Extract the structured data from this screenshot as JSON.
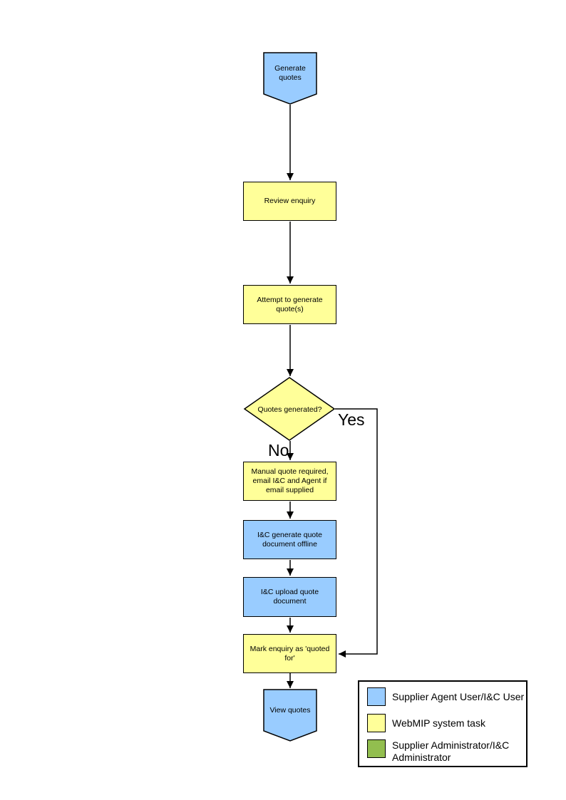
{
  "colors": {
    "agent_user": "#99CCFF",
    "system_task": "#FFFF99",
    "administrator": "#92BE4F",
    "line": "#000000"
  },
  "nodes": {
    "start": {
      "label": "Generate quotes"
    },
    "review": {
      "label": "Review enquiry"
    },
    "attempt": {
      "label": "Attempt to generate quote(s)"
    },
    "decision": {
      "label": "Quotes generated?",
      "yes_label": "Yes",
      "no_label": "No"
    },
    "manual": {
      "label": "Manual quote required, email I&C and Agent if email supplied"
    },
    "generate_offline": {
      "label": "I&C generate quote document offline"
    },
    "upload": {
      "label": "I&C upload quote document"
    },
    "mark": {
      "label": "Mark enquiry as 'quoted for'"
    },
    "end": {
      "label": "View quotes"
    }
  },
  "legend": {
    "items": [
      {
        "label": "Supplier Agent User/I&C User",
        "color": "#99CCFF"
      },
      {
        "label": "WebMIP system task",
        "color": "#FFFF99"
      },
      {
        "label": "Supplier Administrator/I&C Administrator",
        "color": "#92BE4F"
      }
    ]
  }
}
